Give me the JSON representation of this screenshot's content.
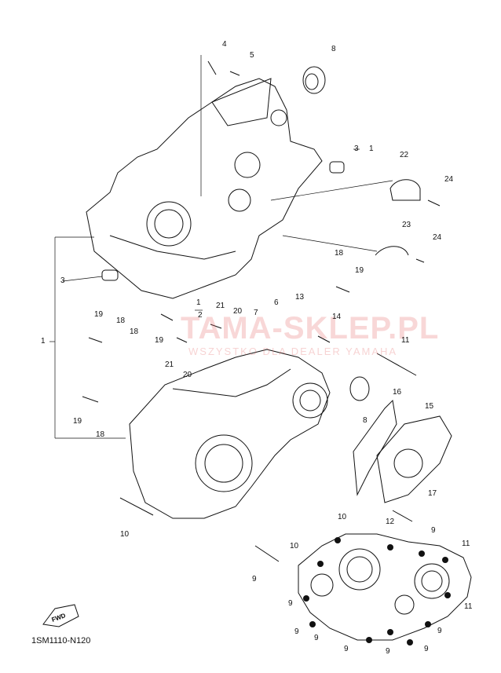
{
  "watermark": {
    "text": "TAMA-SKLEP.PL",
    "subtext": "WSZYSTKO DLA DEALER YAMAHA"
  },
  "fwd_label": "FWD",
  "diagram_code": "1SM1110-N120",
  "callouts": [
    {
      "id": "c4",
      "text": "4"
    },
    {
      "id": "c5",
      "text": "5"
    },
    {
      "id": "c8a",
      "text": "8"
    },
    {
      "id": "c3a",
      "text": "3"
    },
    {
      "id": "c1a",
      "text": "1"
    },
    {
      "id": "c22",
      "text": "22"
    },
    {
      "id": "c24a",
      "text": "24"
    },
    {
      "id": "c23",
      "text": "23"
    },
    {
      "id": "c24b",
      "text": "24"
    },
    {
      "id": "c18a",
      "text": "18"
    },
    {
      "id": "c19a",
      "text": "19"
    },
    {
      "id": "c3b",
      "text": "3"
    },
    {
      "id": "c6",
      "text": "6"
    },
    {
      "id": "c7",
      "text": "7"
    },
    {
      "id": "c13",
      "text": "13"
    },
    {
      "id": "c14",
      "text": "14"
    },
    {
      "id": "c1b",
      "text": "1"
    },
    {
      "id": "c2",
      "text": "2"
    },
    {
      "id": "c21a",
      "text": "21"
    },
    {
      "id": "c20a",
      "text": "20"
    },
    {
      "id": "c19b",
      "text": "19"
    },
    {
      "id": "c18b",
      "text": "18"
    },
    {
      "id": "c18c",
      "text": "18"
    },
    {
      "id": "c19c",
      "text": "19"
    },
    {
      "id": "c21b",
      "text": "21"
    },
    {
      "id": "c20b",
      "text": "20"
    },
    {
      "id": "c1c",
      "text": "1"
    },
    {
      "id": "c11a",
      "text": "11"
    },
    {
      "id": "c8b",
      "text": "8"
    },
    {
      "id": "c16",
      "text": "16"
    },
    {
      "id": "c15",
      "text": "15"
    },
    {
      "id": "c19d",
      "text": "19"
    },
    {
      "id": "c18d",
      "text": "18"
    },
    {
      "id": "c17",
      "text": "17"
    },
    {
      "id": "c10a",
      "text": "10"
    },
    {
      "id": "c12",
      "text": "12"
    },
    {
      "id": "c9a",
      "text": "9"
    },
    {
      "id": "c11b",
      "text": "11"
    },
    {
      "id": "c10b",
      "text": "10"
    },
    {
      "id": "c10c",
      "text": "10"
    },
    {
      "id": "c9b",
      "text": "9"
    },
    {
      "id": "c9c",
      "text": "9"
    },
    {
      "id": "c11c",
      "text": "11"
    },
    {
      "id": "c9d",
      "text": "9"
    },
    {
      "id": "c9e",
      "text": "9"
    },
    {
      "id": "c9f",
      "text": "9"
    },
    {
      "id": "c9g",
      "text": "9"
    },
    {
      "id": "c9h",
      "text": "9"
    },
    {
      "id": "c9i",
      "text": "9"
    }
  ]
}
